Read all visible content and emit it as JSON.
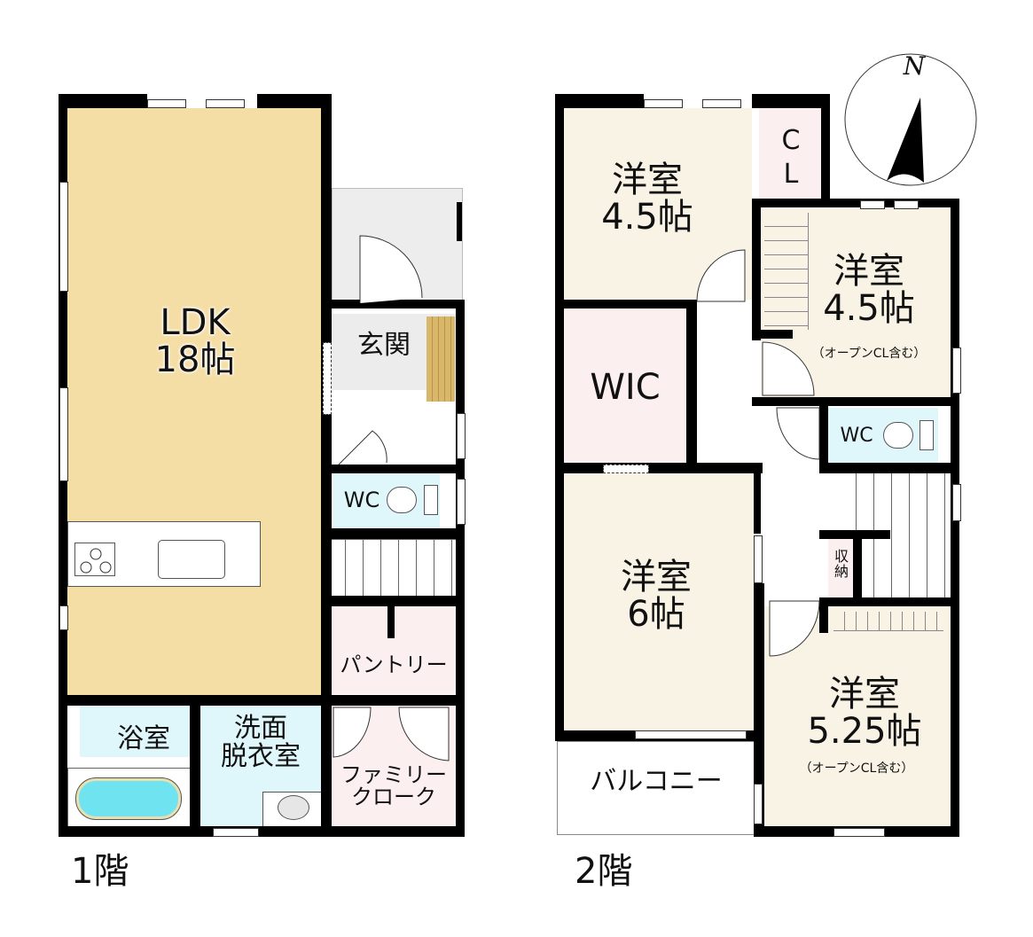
{
  "floor1": {
    "label": "1階",
    "rooms": {
      "ldk": {
        "name": "LDK",
        "size": "18帖",
        "color": "#f5dea6"
      },
      "genkan": {
        "name": "玄関",
        "color": "#ececec"
      },
      "wc": {
        "name": "WC",
        "color": "#dff7fb"
      },
      "pantry": {
        "name": "パントリー",
        "color": "#fcefef"
      },
      "bath": {
        "name": "浴室",
        "color": "#dff7fb"
      },
      "washroom": {
        "name_line1": "洗面",
        "name_line2": "脱衣室",
        "color": "#dff7fb"
      },
      "family_closet": {
        "name_line1": "ファミリー",
        "name_line2": "クローク",
        "color": "#fcefef"
      }
    }
  },
  "floor2": {
    "label": "2階",
    "rooms": {
      "western1": {
        "name": "洋室",
        "size": "4.5帖",
        "color": "#f8f3e5"
      },
      "closet": {
        "name_line1": "C",
        "name_line2": "L",
        "color": "#fcefef"
      },
      "western2": {
        "name": "洋室",
        "size": "4.5帖",
        "note": "（オープンCL含む）",
        "color": "#f8f3e5"
      },
      "wic": {
        "name": "WIC",
        "color": "#fcefef"
      },
      "wc": {
        "name": "WC",
        "color": "#dff7fb"
      },
      "western3": {
        "name": "洋室",
        "size": "6帖",
        "color": "#f8f3e5"
      },
      "storage": {
        "name_line1": "収",
        "name_line2": "納",
        "color": "#fcefef"
      },
      "western4": {
        "name": "洋室",
        "size": "5.25帖",
        "note": "（オープンCL含む）",
        "color": "#f8f3e5"
      },
      "balcony": {
        "name": "バルコニー",
        "color": "#ffffff"
      }
    }
  },
  "compass": {
    "label": "N"
  }
}
